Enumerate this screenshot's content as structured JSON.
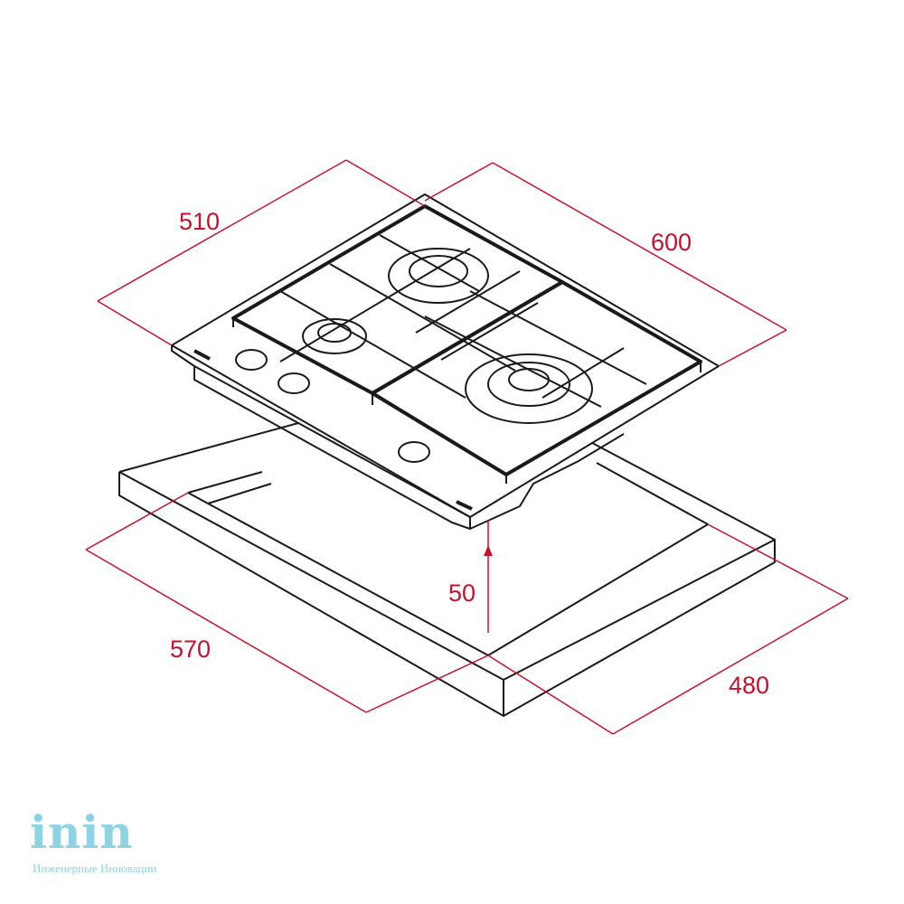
{
  "dimensions": {
    "depth_hob": "510",
    "width_hob": "600",
    "height_above": "50",
    "cutout_width": "570",
    "cutout_depth": "480"
  },
  "colors": {
    "dimension": "#c8102e",
    "line": "#1a1a1a",
    "logo": "#8dd3e3"
  },
  "logo": {
    "brand": "inin",
    "tagline": "Инженерные Инновации"
  }
}
